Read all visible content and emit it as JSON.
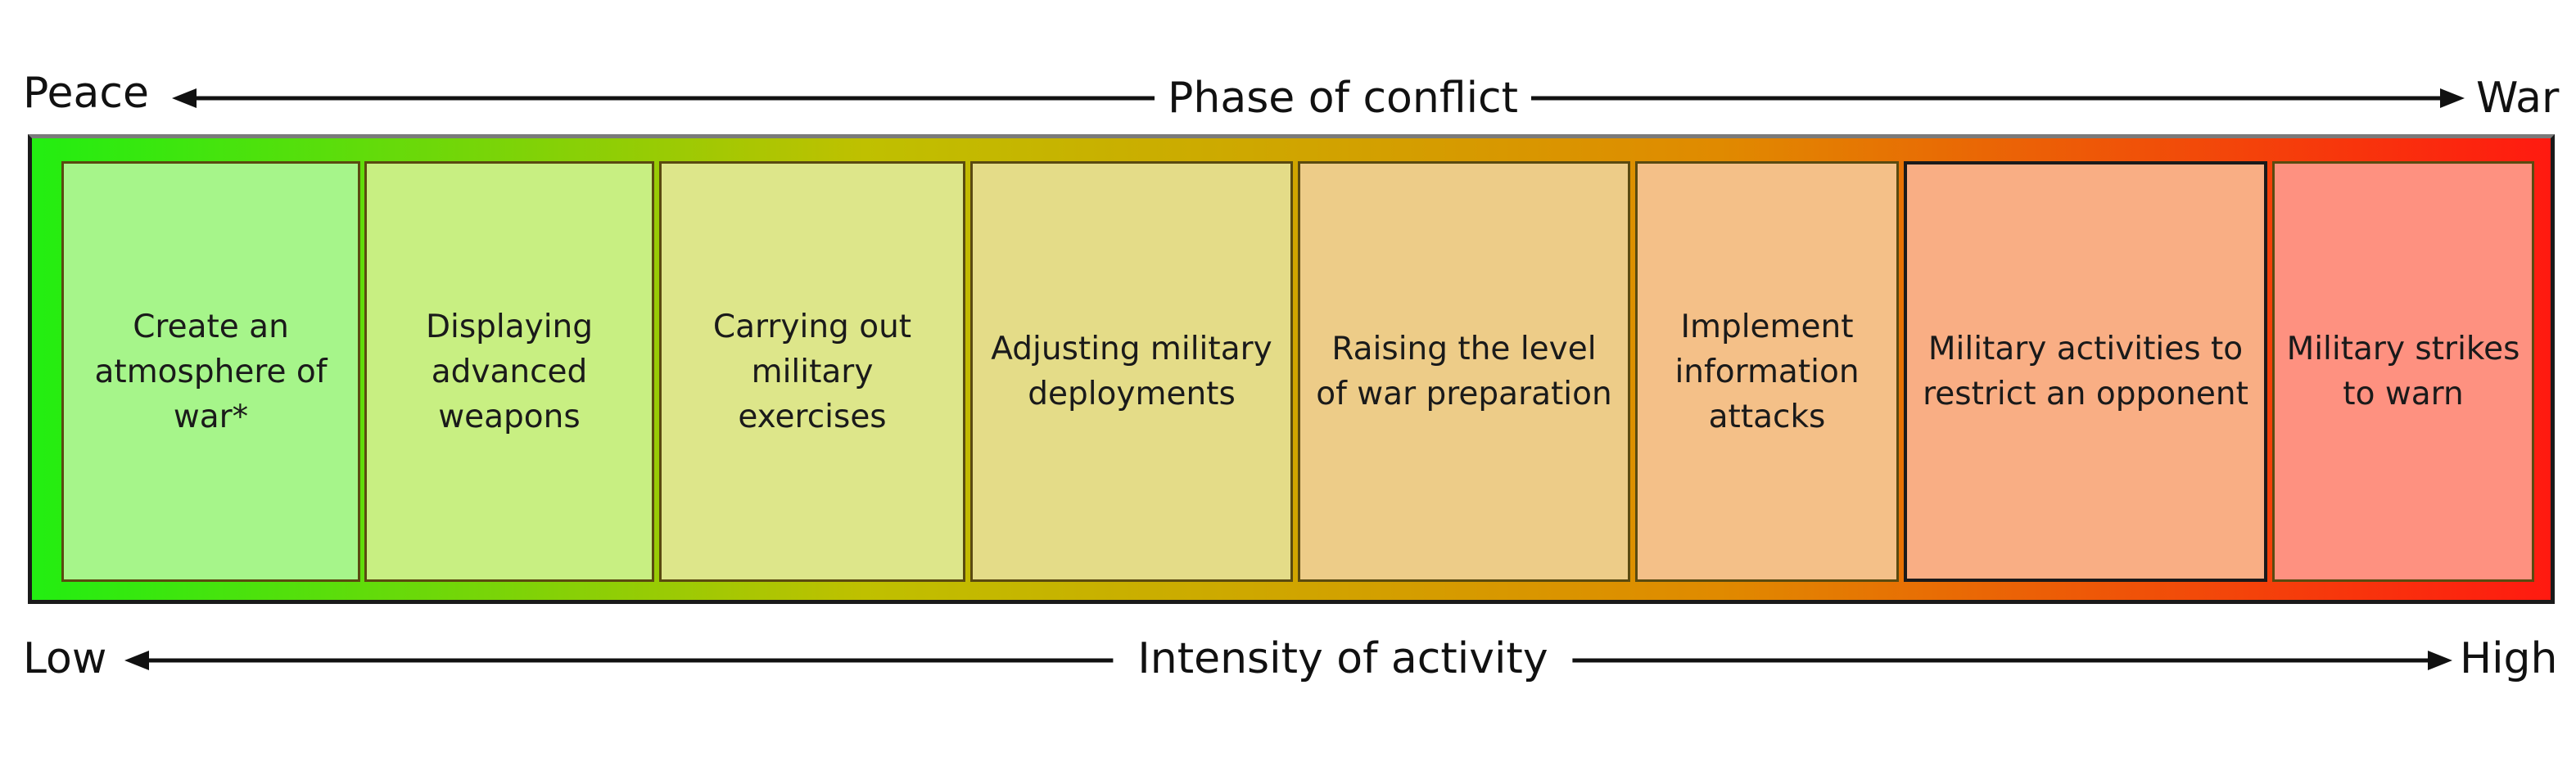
{
  "top_axis": {
    "left_end": "Peace",
    "center_label": "Phase of conflict",
    "right_end": "War"
  },
  "bottom_axis": {
    "left_end": "Low",
    "center_label": "Intensity of activity",
    "right_end": "High"
  },
  "band": {
    "gradient_colors": [
      "#22ee11",
      "#bfc000",
      "#e08a00",
      "#ff1a10"
    ]
  },
  "stages": [
    {
      "label": "Create an atmosphere of war*",
      "fill": "#a6f58a"
    },
    {
      "label": "Displaying advanced weapons",
      "fill": "#c8ef82"
    },
    {
      "label": "Carrying out military exercises",
      "fill": "#dde68a"
    },
    {
      "label": "Adjusting military deployments",
      "fill": "#e4dc88"
    },
    {
      "label": "Raising the level of war preparation",
      "fill": "#edcc88"
    },
    {
      "label": "Implement information attacks",
      "fill": "#f4c088"
    },
    {
      "label": "Military activities to restrict an opponent",
      "fill": "#f9ae84"
    },
    {
      "label": "Military strikes to warn",
      "fill": "#fe9180"
    }
  ]
}
